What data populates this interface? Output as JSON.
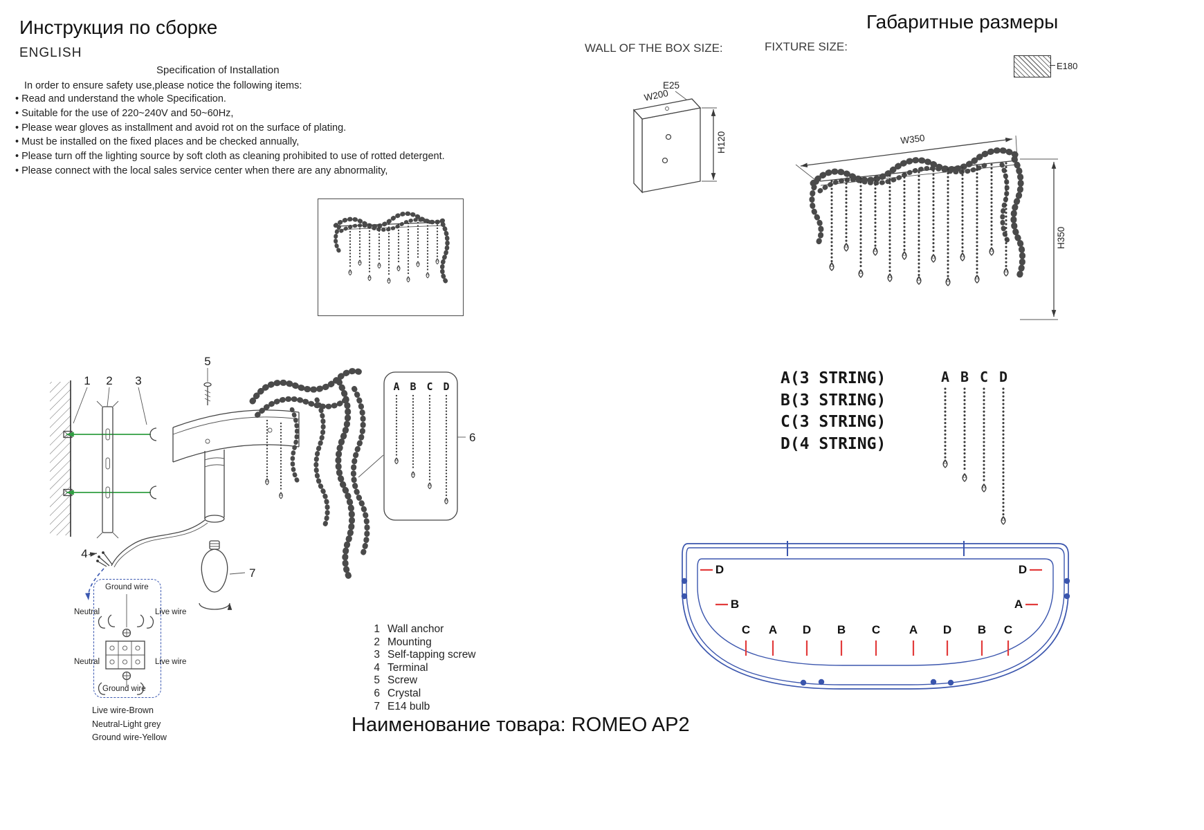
{
  "titles": {
    "left": "Инструкция по сборке",
    "language": "ENGLISH",
    "right": "Габаритные размеры",
    "product": "Наименование товара: ROMEO AP2"
  },
  "spec": {
    "heading": "Specification of Installation",
    "intro": "In order to ensure safety use,please notice the following items:",
    "bullets": [
      "• Read and understand the whole Specification.",
      "• Suitable for the use of 220~240V and 50~60Hz,",
      "• Please wear gloves as installment and avoid rot on the surface of plating.",
      "• Must be installed on the fixed places and be checked annually,",
      "• Please turn off the lighting source by soft cloth as cleaning prohibited to use of rotted detergent.",
      "• Please connect with the local sales service center when there are any abnormality,"
    ]
  },
  "dims": {
    "wall_box_heading": "WALL OF THE BOX SIZE:",
    "fixture_heading": "FIXTURE SIZE:",
    "e25": "E25",
    "w200": "W200",
    "h120": "H120",
    "w350": "W350",
    "h350": "H350",
    "e180": "E180"
  },
  "legend": {
    "rows": [
      "A(3 STRING)",
      "B(3 STRING)",
      "C(3 STRING)",
      "D(4 STRING)"
    ],
    "cols": [
      "A",
      "B",
      "C",
      "D"
    ]
  },
  "callouts": {
    "c1": "1",
    "c2": "2",
    "c3": "3",
    "c4": "4",
    "c5": "5",
    "c6": "6",
    "c7": "7"
  },
  "parts": [
    {
      "num": "1",
      "name": "Wall anchor"
    },
    {
      "num": "2",
      "name": "Mounting"
    },
    {
      "num": "3",
      "name": "Self-tapping screw"
    },
    {
      "num": "4",
      "name": "Terminal"
    },
    {
      "num": "5",
      "name": "Screw"
    },
    {
      "num": "6",
      "name": "Crystal"
    },
    {
      "num": "7",
      "name": "E14 bulb"
    }
  ],
  "wiring": {
    "ground_top": "Ground wire",
    "neutral_top": "Neutral",
    "live_top": "Live wire",
    "neutral_bottom": "Neutral",
    "live_bottom": "Live wire",
    "ground_bottom": "Ground wire"
  },
  "wire_colors": [
    "Live wire-Brown",
    "Neutral-Light grey",
    "Ground wire-Yellow"
  ],
  "plan": {
    "top_left": "D",
    "top_right": "D",
    "left": "B",
    "right": "A",
    "bottom": [
      "C",
      "A",
      "D",
      "B",
      "C",
      "A",
      "D",
      "B",
      "C"
    ]
  }
}
